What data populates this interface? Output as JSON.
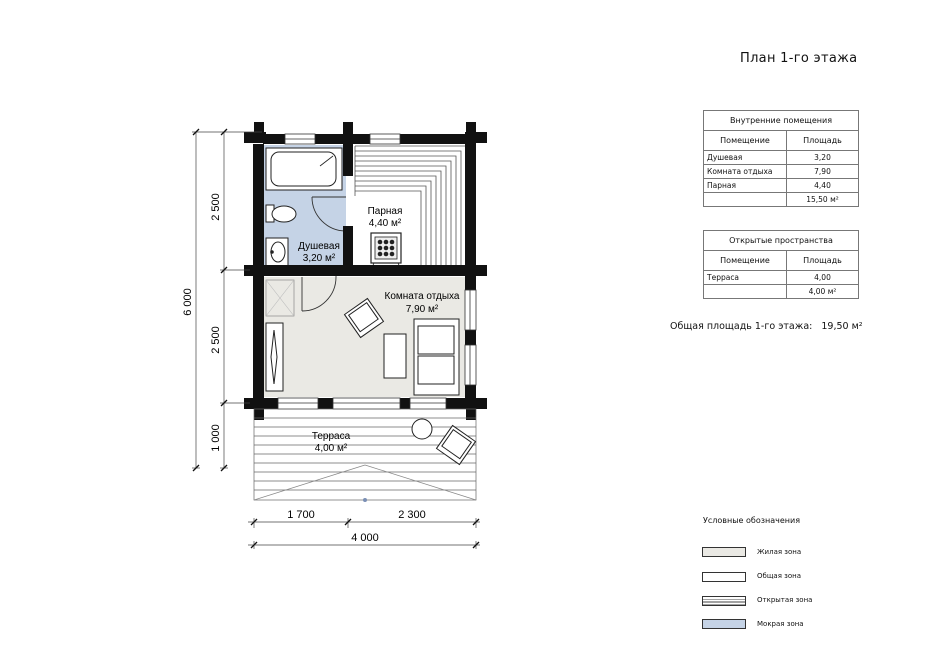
{
  "title": "План 1-го этажа",
  "rooms": {
    "steam": {
      "name": "Парная",
      "area": "4,40 м²"
    },
    "shower": {
      "name": "Душевая",
      "area": "3,20 м²"
    },
    "lounge": {
      "name": "Комната отдыха",
      "area": "7,90 м²"
    },
    "terrace": {
      "name": "Терраса",
      "area": "4,00 м²"
    }
  },
  "dimensions": {
    "overall_height": "6 000",
    "top_section": "2 500",
    "middle_section": "2 500",
    "terrace_depth": "1 000",
    "left_width": "1 700",
    "right_width": "2 300",
    "total_width": "4 000"
  },
  "interior_table": {
    "title": "Внутренние помещения",
    "headers": [
      "Помещение",
      "Площадь"
    ],
    "rows": [
      {
        "room": "Душевая",
        "area": "3,20"
      },
      {
        "room": "Комната отдыха",
        "area": "7,90"
      },
      {
        "room": "Парная",
        "area": "4,40"
      }
    ],
    "total": "15,50 м²"
  },
  "open_table": {
    "title": "Открытые пространства",
    "headers": [
      "Помещение",
      "Площадь"
    ],
    "rows": [
      {
        "room": "Терраса",
        "area": "4,00"
      }
    ],
    "total": "4,00 м²"
  },
  "total_area": {
    "label": "Общая площадь 1-го этажа:",
    "value": "19,50 м²"
  },
  "legend": {
    "title": "Условные обозначения",
    "items": [
      {
        "label": "Жилая зона",
        "color": "#eae9e4"
      },
      {
        "label": "Общая зона",
        "color": "#ffffff"
      },
      {
        "label": "Открытая зона",
        "color": "#ffffff"
      },
      {
        "label": "Мокрая зона",
        "color": "#c5d3e6"
      }
    ]
  }
}
